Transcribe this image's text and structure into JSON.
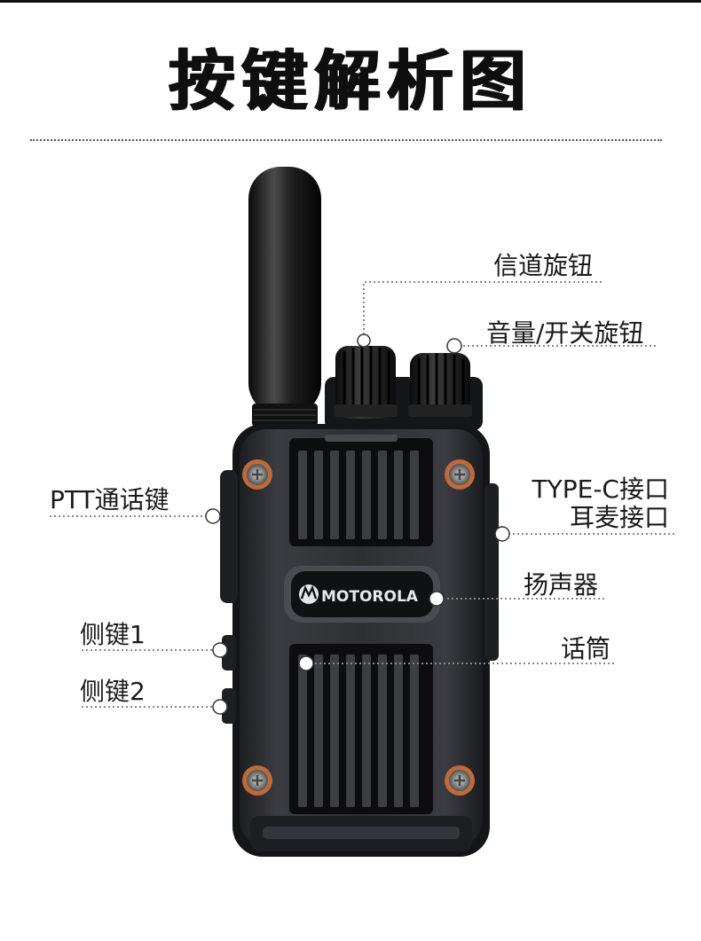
{
  "title": "按键解析图",
  "brand": {
    "logo_text": "MOTOROLA"
  },
  "labels": {
    "channel_knob": "信道旋钮",
    "volume_knob": "音量/开关旋钮",
    "ptt": "PTT通话键",
    "typec_line1": "TYPE-C接口",
    "typec_line2": "耳麦接口",
    "speaker": "扬声器",
    "side_key1": "侧键1",
    "side_key2": "侧键2",
    "mic": "话筒"
  },
  "colors": {
    "body": "#2b2d31",
    "body_dark": "#16171a",
    "screw_ring": "#c0693a",
    "callout_line": "#888888"
  }
}
